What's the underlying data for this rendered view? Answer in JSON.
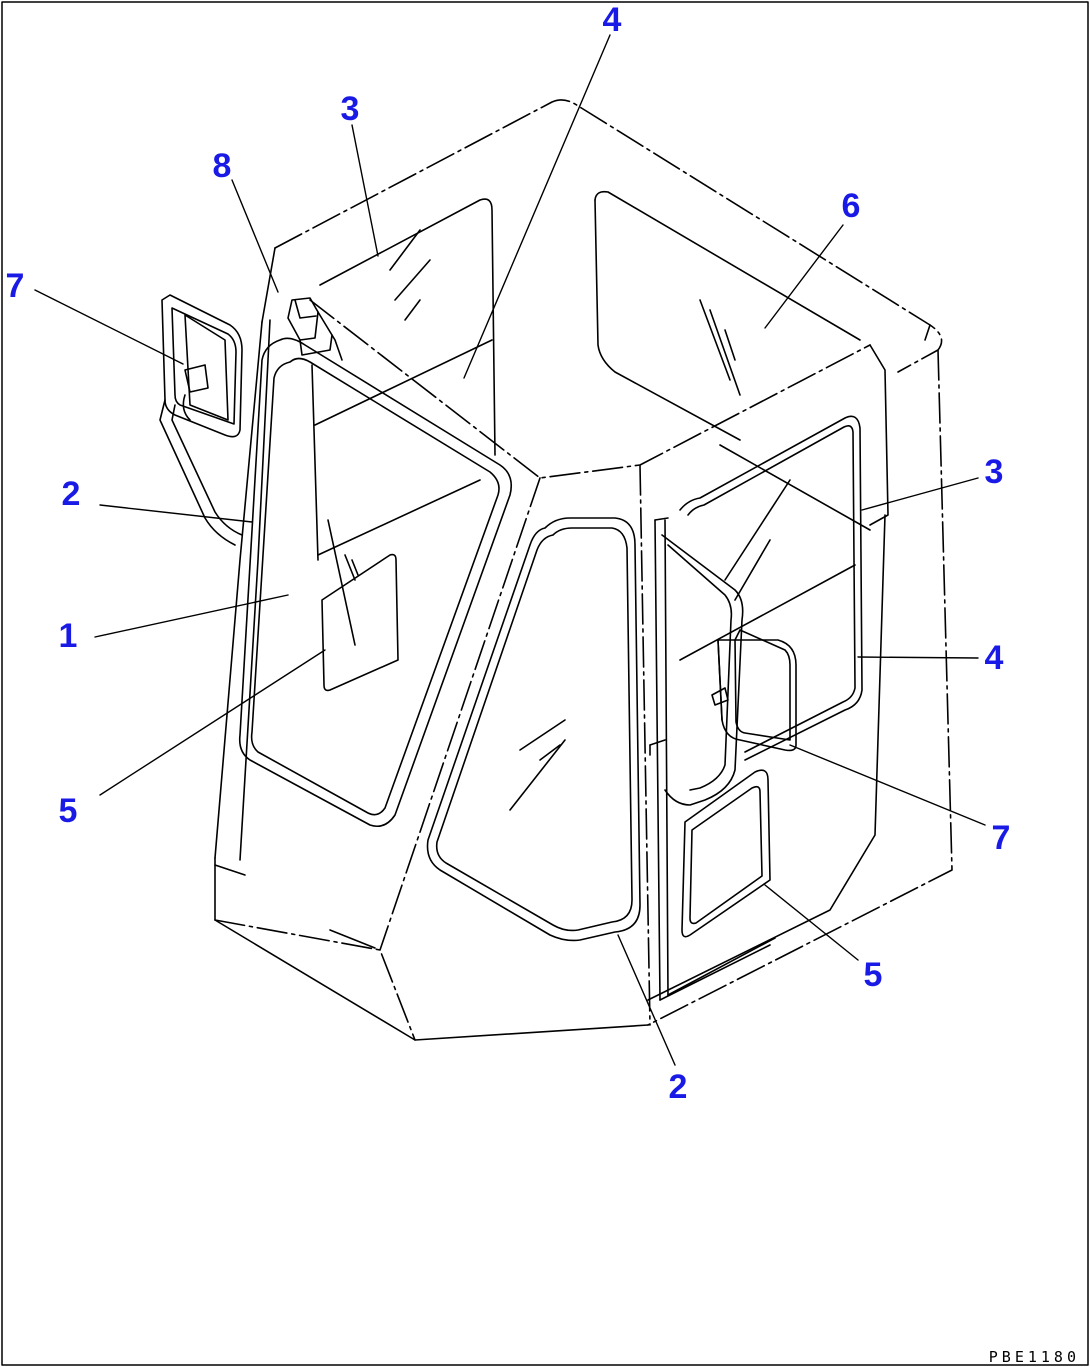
{
  "diagram": {
    "drawing_code": "PBE1180",
    "callout_color": "#1a1ae6",
    "line_color": "#000000",
    "callouts": [
      {
        "id": "c4-top",
        "label": "4"
      },
      {
        "id": "c3-top",
        "label": "3"
      },
      {
        "id": "c8",
        "label": "8"
      },
      {
        "id": "c6",
        "label": "6"
      },
      {
        "id": "c7-left",
        "label": "7"
      },
      {
        "id": "c2-left",
        "label": "2"
      },
      {
        "id": "c1",
        "label": "1"
      },
      {
        "id": "c5-left",
        "label": "5"
      },
      {
        "id": "c3-right",
        "label": "3"
      },
      {
        "id": "c4-right",
        "label": "4"
      },
      {
        "id": "c7-right",
        "label": "7"
      },
      {
        "id": "c5-right",
        "label": "5"
      },
      {
        "id": "c2-bottom",
        "label": "2"
      }
    ]
  }
}
